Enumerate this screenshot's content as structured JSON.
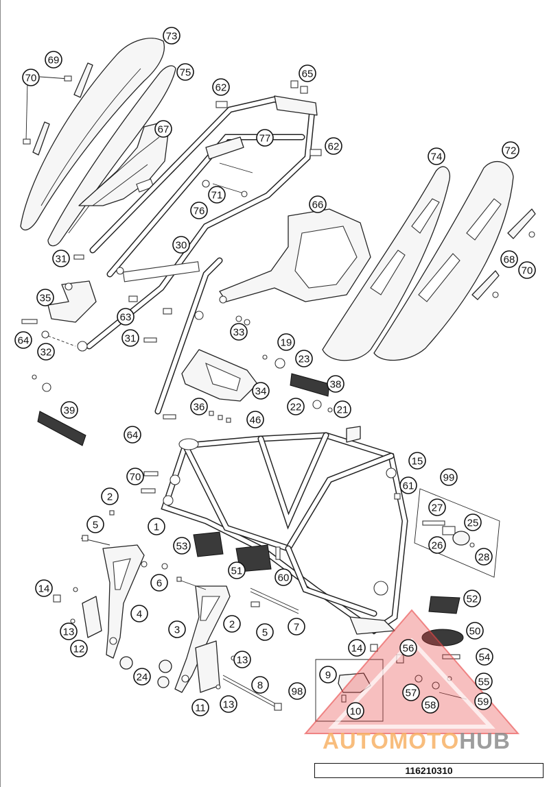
{
  "callouts": [
    {
      "id": "1",
      "label": "1"
    },
    {
      "id": "2a",
      "label": "2"
    },
    {
      "id": "2b",
      "label": "2"
    },
    {
      "id": "3",
      "label": "3"
    },
    {
      "id": "4",
      "label": "4"
    },
    {
      "id": "5a",
      "label": "5"
    },
    {
      "id": "5b",
      "label": "5"
    },
    {
      "id": "6",
      "label": "6"
    },
    {
      "id": "7",
      "label": "7"
    },
    {
      "id": "8",
      "label": "8"
    },
    {
      "id": "9",
      "label": "9"
    },
    {
      "id": "10",
      "label": "10"
    },
    {
      "id": "11",
      "label": "11"
    },
    {
      "id": "12",
      "label": "12"
    },
    {
      "id": "13a",
      "label": "13"
    },
    {
      "id": "13b",
      "label": "13"
    },
    {
      "id": "13c",
      "label": "13"
    },
    {
      "id": "14a",
      "label": "14"
    },
    {
      "id": "14b",
      "label": "14"
    },
    {
      "id": "15",
      "label": "15"
    },
    {
      "id": "19",
      "label": "19"
    },
    {
      "id": "21",
      "label": "21"
    },
    {
      "id": "22",
      "label": "22"
    },
    {
      "id": "23",
      "label": "23"
    },
    {
      "id": "24",
      "label": "24"
    },
    {
      "id": "25",
      "label": "25"
    },
    {
      "id": "26",
      "label": "26"
    },
    {
      "id": "27",
      "label": "27"
    },
    {
      "id": "28",
      "label": "28"
    },
    {
      "id": "30",
      "label": "30"
    },
    {
      "id": "31a",
      "label": "31"
    },
    {
      "id": "31b",
      "label": "31"
    },
    {
      "id": "32",
      "label": "32"
    },
    {
      "id": "33",
      "label": "33"
    },
    {
      "id": "34",
      "label": "34"
    },
    {
      "id": "35",
      "label": "35"
    },
    {
      "id": "36",
      "label": "36"
    },
    {
      "id": "38",
      "label": "38"
    },
    {
      "id": "39",
      "label": "39"
    },
    {
      "id": "46",
      "label": "46"
    },
    {
      "id": "50",
      "label": "50"
    },
    {
      "id": "51",
      "label": "51"
    },
    {
      "id": "52",
      "label": "52"
    },
    {
      "id": "53",
      "label": "53"
    },
    {
      "id": "54",
      "label": "54"
    },
    {
      "id": "55",
      "label": "55"
    },
    {
      "id": "56",
      "label": "56"
    },
    {
      "id": "57",
      "label": "57"
    },
    {
      "id": "58",
      "label": "58"
    },
    {
      "id": "59",
      "label": "59"
    },
    {
      "id": "60",
      "label": "60"
    },
    {
      "id": "61",
      "label": "61"
    },
    {
      "id": "62a",
      "label": "62"
    },
    {
      "id": "62b",
      "label": "62"
    },
    {
      "id": "63",
      "label": "63"
    },
    {
      "id": "64a",
      "label": "64"
    },
    {
      "id": "64b",
      "label": "64"
    },
    {
      "id": "65",
      "label": "65"
    },
    {
      "id": "66",
      "label": "66"
    },
    {
      "id": "67",
      "label": "67"
    },
    {
      "id": "68",
      "label": "68"
    },
    {
      "id": "69",
      "label": "69"
    },
    {
      "id": "70a",
      "label": "70"
    },
    {
      "id": "70b",
      "label": "70"
    },
    {
      "id": "70c",
      "label": "70"
    },
    {
      "id": "71",
      "label": "71"
    },
    {
      "id": "72",
      "label": "72"
    },
    {
      "id": "73",
      "label": "73"
    },
    {
      "id": "74",
      "label": "74"
    },
    {
      "id": "75",
      "label": "75"
    },
    {
      "id": "76",
      "label": "76"
    },
    {
      "id": "77",
      "label": "77"
    },
    {
      "id": "98",
      "label": "98"
    },
    {
      "id": "99",
      "label": "99"
    }
  ],
  "diagram_code": "116210310",
  "watermark": {
    "part1": "AUTOMOTO",
    "part2": "HUB"
  },
  "colors": {
    "watermark_red": "#e84848",
    "watermark_orange": "#f7b266",
    "watermark_gray": "#8c8c8c",
    "line": "#222222"
  }
}
